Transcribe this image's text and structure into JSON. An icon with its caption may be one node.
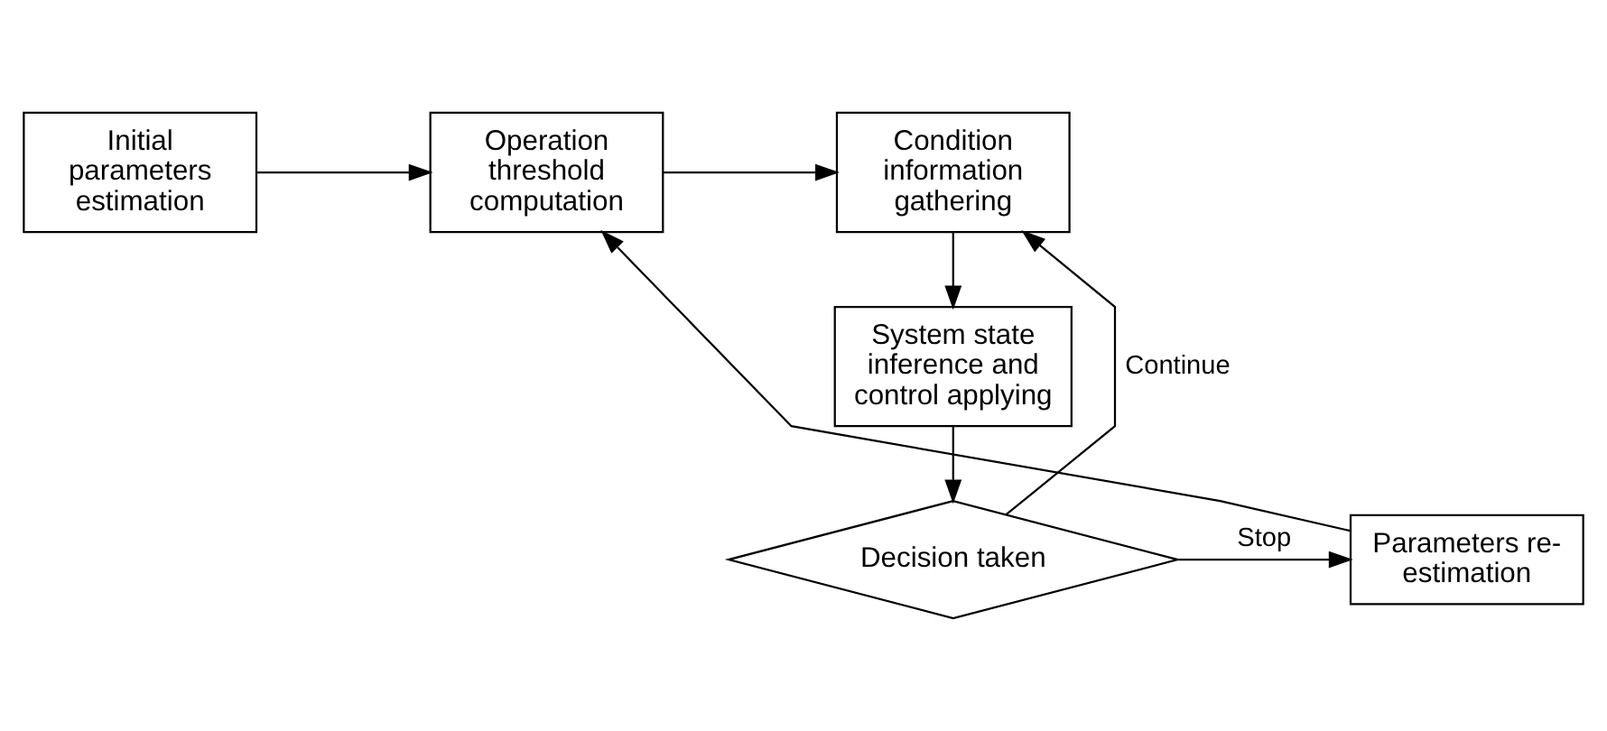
{
  "diagram": {
    "nodes": [
      {
        "text": [
          "Initial parameters estimation"
        ]
      },
      {
        "text": [
          "Operation threshold computation"
        ]
      },
      {
        "text": [
          "Condition information gathering"
        ]
      },
      {
        "text": [
          "System state inference and control applying"
        ]
      },
      {
        "text": [
          "Decision taken"
        ]
      },
      {
        "text": [
          "Parameters re-estimation"
        ]
      }
    ],
    "edges": [
      {
        "from": 0,
        "to": 1,
        "arrow": "to"
      },
      {
        "from": 1,
        "to": 2,
        "arrow": "to"
      },
      {
        "from": 2,
        "to": 3,
        "arrow": "to"
      },
      {
        "from": 3,
        "to": 4,
        "arrow": "to"
      },
      {
        "from": 4,
        "to": 2,
        "arrow": "to",
        "label": "Continue"
      },
      {
        "from": 4,
        "to": 5,
        "arrow": "to",
        "label": "Stop"
      },
      {
        "from": 5,
        "to": 1,
        "arrow": "to"
      }
    ]
  }
}
